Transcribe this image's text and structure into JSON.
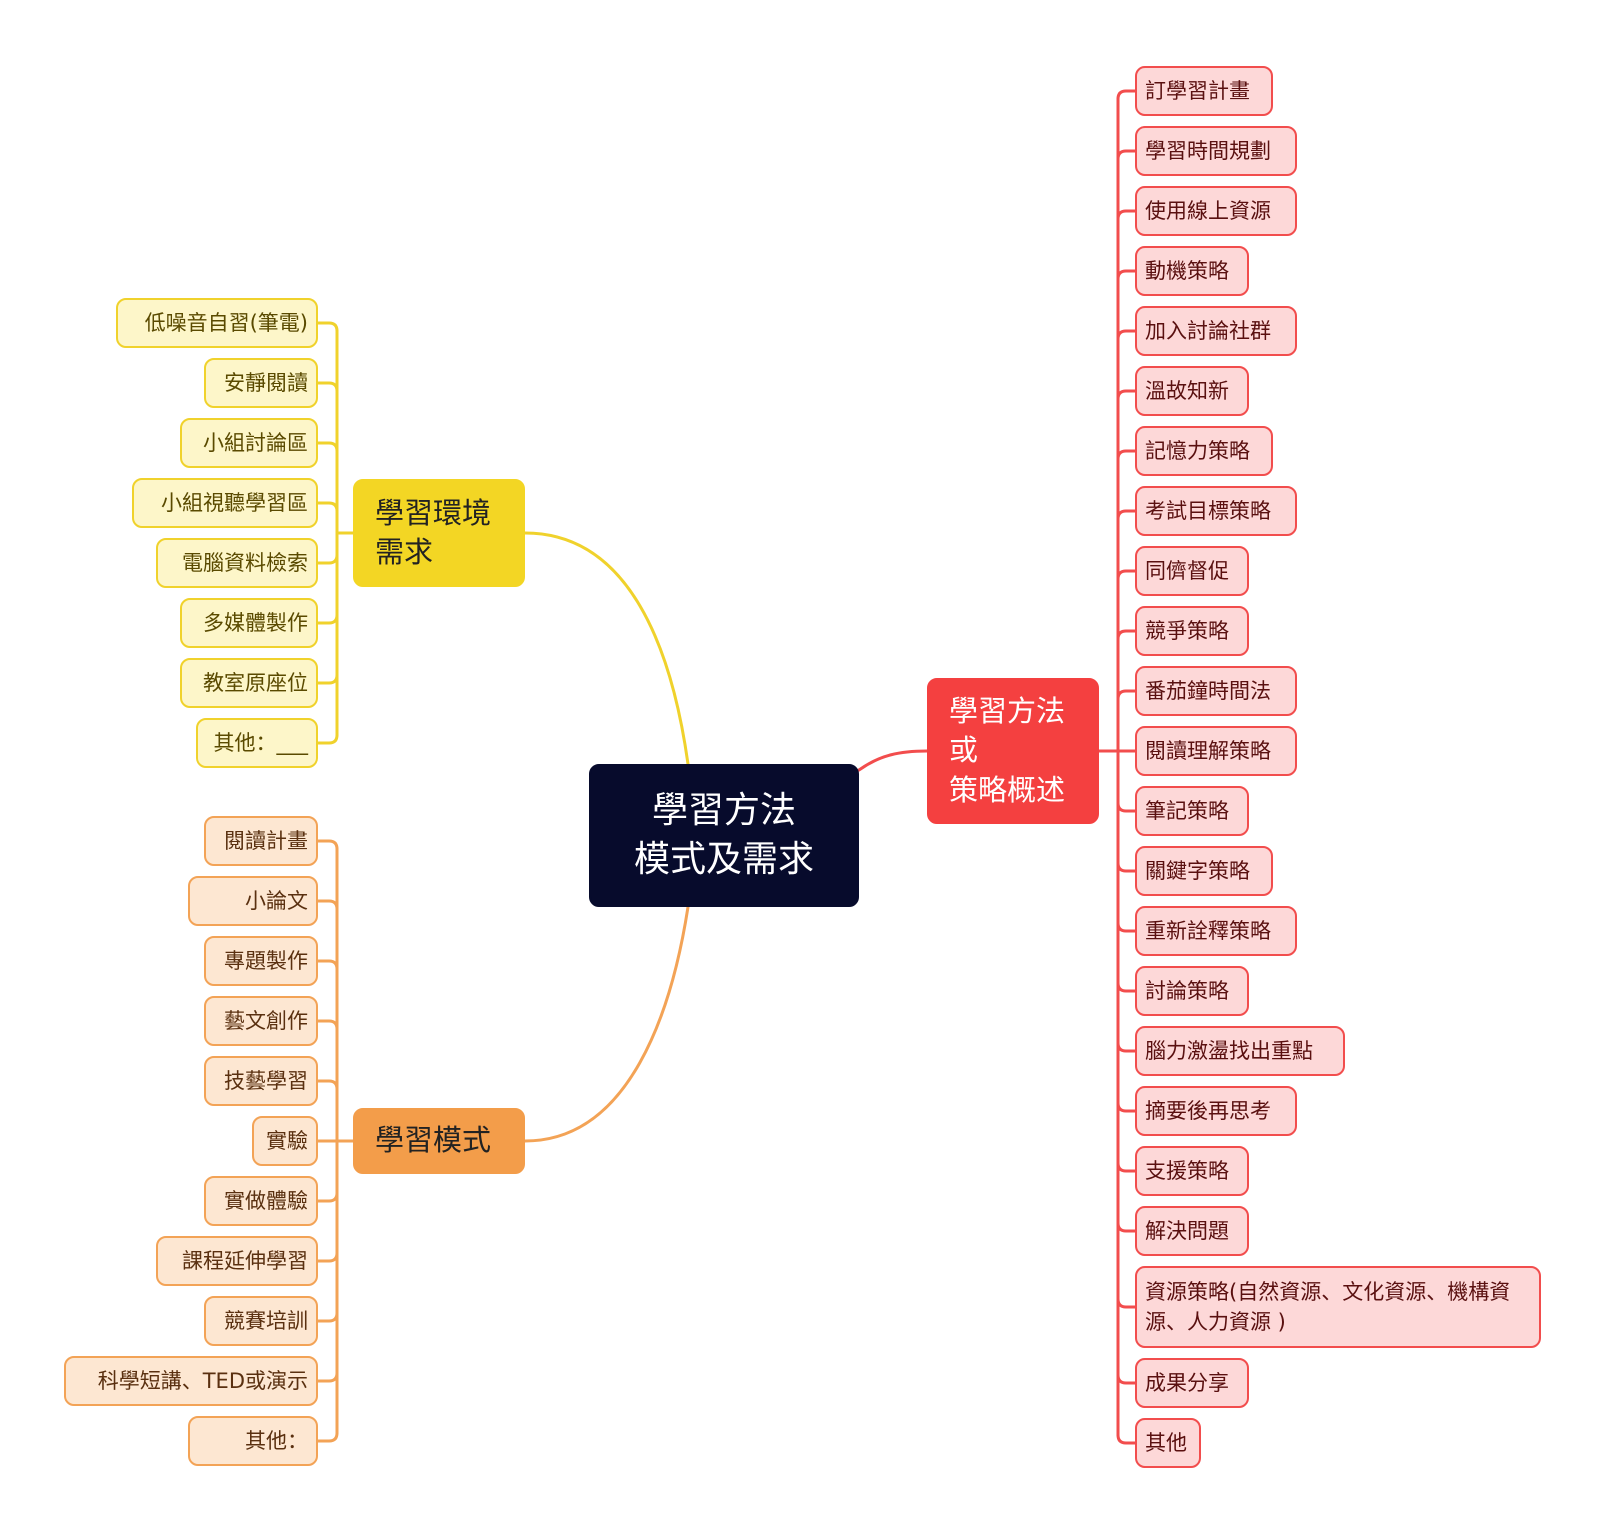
{
  "root": {
    "lines": [
      "學習方法",
      "模式及需求"
    ]
  },
  "branches": {
    "env": {
      "lines": [
        "學習環境",
        "需求"
      ],
      "items": [
        "低噪音自習(筆電)",
        "安靜閱讀",
        "小組討論區",
        "小組視聽學習區",
        "電腦資料檢索",
        "多媒體製作",
        "教室原座位",
        "其他：___"
      ]
    },
    "mode": {
      "lines": [
        "學習模式"
      ],
      "items": [
        "閱讀計畫",
        "小論文",
        "專題製作",
        "藝文創作",
        "技藝學習",
        "實驗",
        "實做體驗",
        "課程延伸學習",
        "競賽培訓",
        "科學短講、TED或演示",
        "其他："
      ]
    },
    "strat": {
      "lines": [
        "學習方法",
        "或",
        "策略概述"
      ],
      "items": [
        "訂學習計畫",
        "學習時間規劃",
        "使用線上資源",
        "動機策略",
        "加入討論社群",
        "溫故知新",
        "記憶力策略",
        "考試目標策略",
        "同儕督促",
        "競爭策略",
        "番茄鐘時間法",
        "閱讀理解策略",
        "筆記策略",
        "關鍵字策略",
        "重新詮釋策略",
        "討論策略",
        "腦力激盪找出重點",
        "摘要後再思考",
        "支援策略",
        "解決問題",
        "資源策略(自然資源、文化資源、機構資源、人力資源 )",
        "成果分享",
        "其他"
      ]
    }
  },
  "colors": {
    "env_line": "#f0d22c",
    "mode_line": "#f3a356",
    "strat_line": "#f24d4d"
  }
}
